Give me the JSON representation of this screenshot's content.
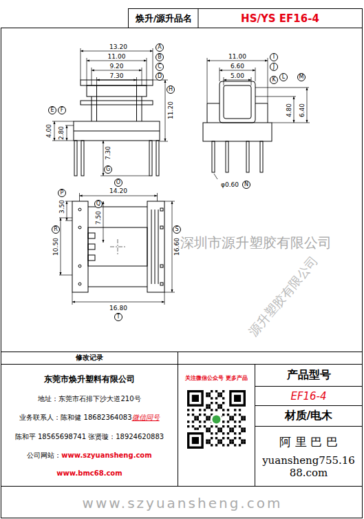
{
  "diagram": {
    "nodes": [
      {
        "text": [
          "焕升/源升品名"
        ]
      },
      {
        "text": [
          "HS/YS EF16-4"
        ]
      },
      {
        "text": [
          "A"
        ]
      },
      {
        "text": [
          "B"
        ]
      },
      {
        "text": [
          "C"
        ]
      },
      {
        "text": [
          "D"
        ]
      },
      {
        "text": [
          "E"
        ]
      },
      {
        "text": [
          "F"
        ]
      },
      {
        "text": [
          "G"
        ]
      },
      {
        "text": [
          "H"
        ]
      },
      {
        "text": [
          "I"
        ]
      },
      {
        "text": [
          "J"
        ]
      },
      {
        "text": [
          "K"
        ]
      },
      {
        "text": [
          "L"
        ]
      },
      {
        "text": [
          "M"
        ]
      },
      {
        "text": [
          "N"
        ]
      },
      {
        "text": [
          "O"
        ]
      },
      {
        "text": [
          "P"
        ]
      },
      {
        "text": [
          "Q"
        ]
      },
      {
        "text": [
          "R"
        ]
      },
      {
        "text": [
          "S"
        ]
      },
      {
        "text": [
          "T"
        ]
      },
      {
        "text": [
          "修改记录"
        ]
      },
      {
        "text": [
          "东莞市焕升塑料有限公司",
          "地址：东莞市石排下沙大道210号",
          "业务联系人：陈和健 18682364083",
          "微信同号",
          "陈和平 18565698741 张贤璇：18924620883",
          "公司网站：",
          "www.szyuansheng.com",
          "www.bmc68.com"
        ]
      },
      {
        "text": [
          "关注微信公众号 更多产品"
        ]
      },
      {
        "text": [
          "产品型号"
        ]
      },
      {
        "text": [
          "EF16-4"
        ]
      },
      {
        "text": [
          "材质/电木"
        ]
      },
      {
        "text": [
          "阿 里 巴 巴",
          "yuansheng755.1688.com"
        ]
      }
    ],
    "labels": [
      "13.20",
      "11.00",
      "9.20",
      "7.30",
      "11.20",
      "4.00",
      "2.80",
      "7.30",
      "11.00",
      "6.60",
      "5.00",
      "4.80",
      "6.40",
      "φ0.60",
      "14.20",
      "3.50",
      "7.50",
      "10.50",
      "16.60",
      "16.80",
      "深圳市源升塑胶有限公司",
      "源升塑胶有限公司",
      "www.szyuansheng.com"
    ]
  }
}
